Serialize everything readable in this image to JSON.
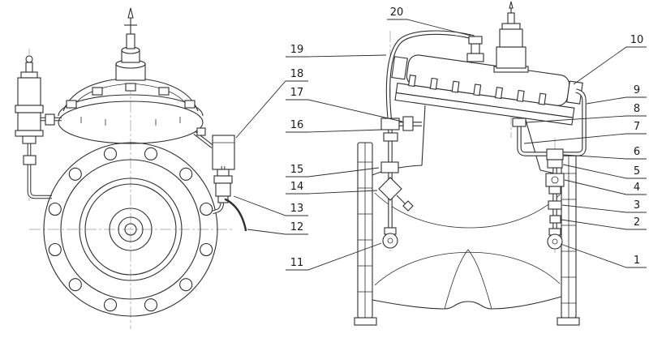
{
  "figure": {
    "type": "engineering-line-drawing",
    "subject": "Pilot-operated control valve assembly — front view and side view with part callouts",
    "views": {
      "left": "front view",
      "right": "side view"
    },
    "colors": {
      "background": "#ffffff",
      "line": "#2e2e2e",
      "centerline": "#9a9a9a"
    }
  },
  "callouts": [
    "1",
    "2",
    "3",
    "4",
    "5",
    "6",
    "7",
    "8",
    "9",
    "10",
    "11",
    "12",
    "13",
    "14",
    "15",
    "16",
    "17",
    "18",
    "19",
    "20"
  ]
}
